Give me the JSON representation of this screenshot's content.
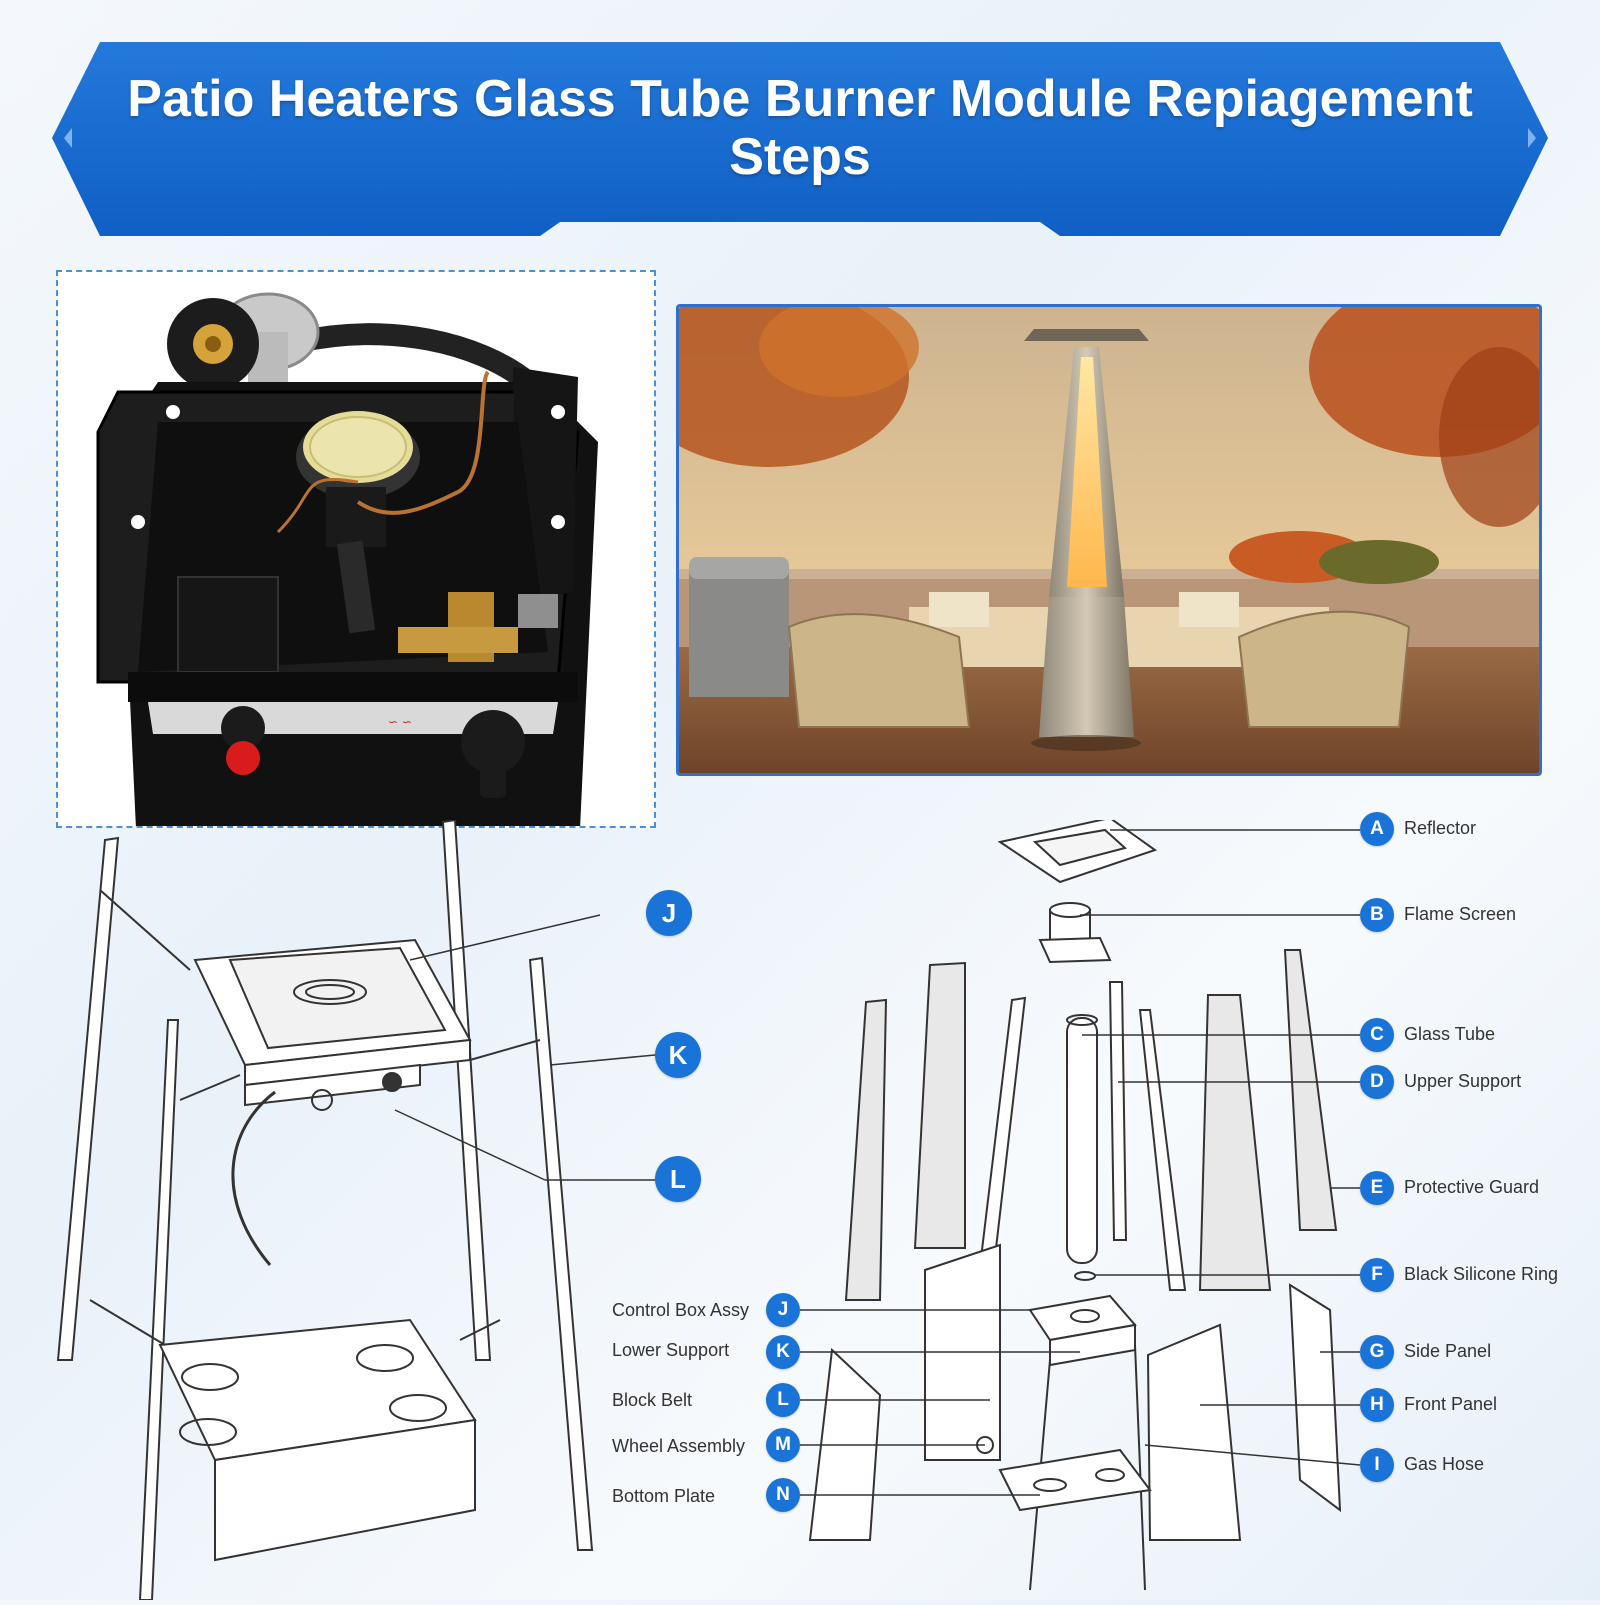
{
  "header": {
    "title_line1": "Patio Heaters Glass Tube Burner Module Repiagement",
    "title_line2": "Steps",
    "banner_color": "#1a6fd4"
  },
  "photos": {
    "left": {
      "subject": "burner-module-photo"
    },
    "right": {
      "subject": "patio-heater-scene"
    }
  },
  "left_diagram": {
    "callouts": [
      {
        "letter": "J"
      },
      {
        "letter": "K"
      },
      {
        "letter": "L"
      }
    ]
  },
  "right_diagram": {
    "callouts_right": [
      {
        "letter": "A",
        "label": "Reflector"
      },
      {
        "letter": "B",
        "label": "Flame Screen"
      },
      {
        "letter": "C",
        "label": "Glass Tube"
      },
      {
        "letter": "D",
        "label": "Upper Support"
      },
      {
        "letter": "E",
        "label": "Protective Guard"
      },
      {
        "letter": "F",
        "label": "Black Silicone Ring"
      },
      {
        "letter": "G",
        "label": "Side Panel"
      },
      {
        "letter": "H",
        "label": "Front Panel"
      },
      {
        "letter": "I",
        "label": "Gas Hose"
      }
    ],
    "callouts_left": [
      {
        "letter": "J",
        "label": "Control Box Assy"
      },
      {
        "letter": "K",
        "label": "Lower Support"
      },
      {
        "letter": "L",
        "label": "Block Belt"
      },
      {
        "letter": "M",
        "label": "Wheel Assembly"
      },
      {
        "letter": "N",
        "label": "Bottom Plate"
      }
    ]
  },
  "colors": {
    "accent": "#1a74d8",
    "line": "#333333"
  }
}
